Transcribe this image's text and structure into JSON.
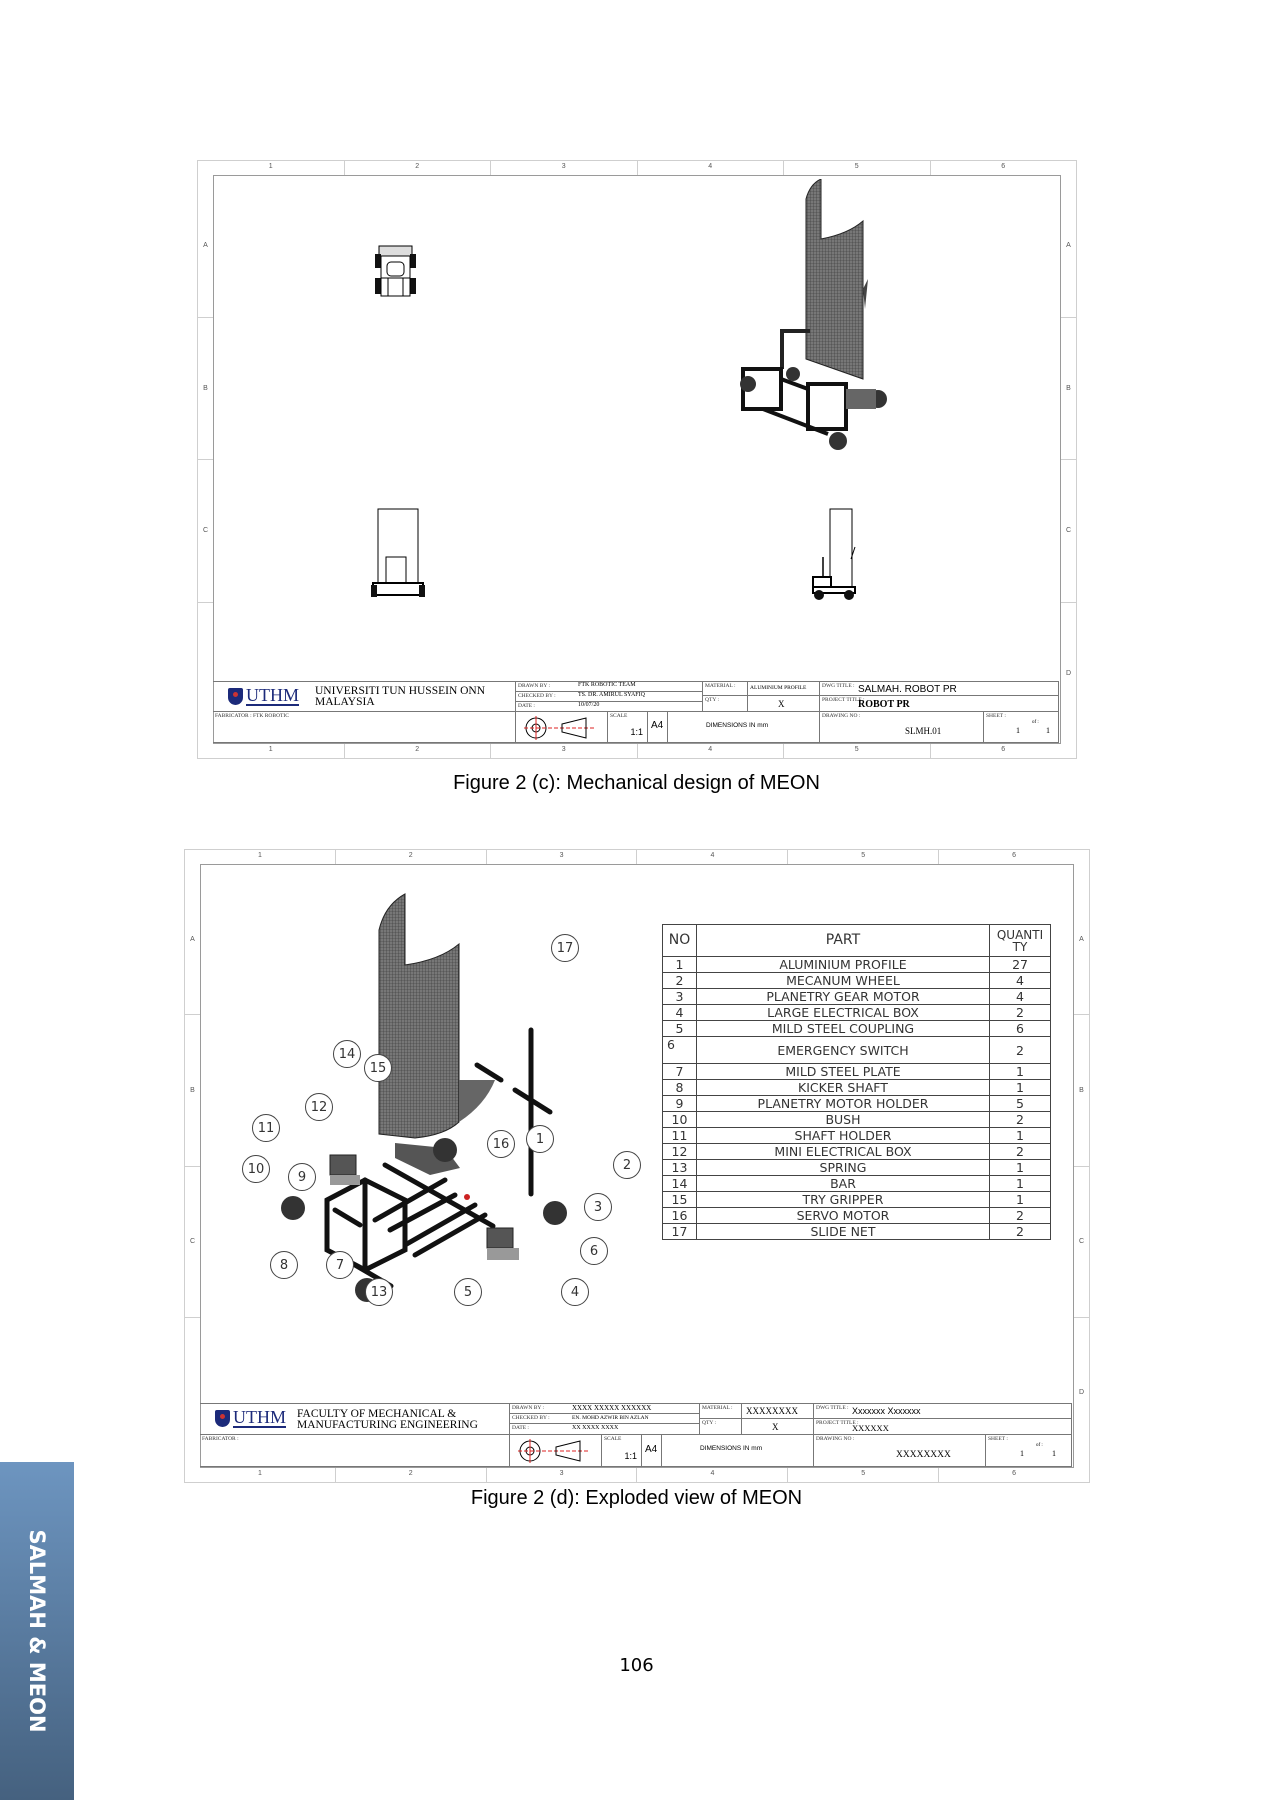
{
  "figure_c": {
    "caption": "Figure 2 (c): Mechanical design of MEON",
    "zones_cols": [
      "1",
      "2",
      "3",
      "4",
      "5",
      "6"
    ],
    "zones_rows": [
      "A",
      "B",
      "C",
      "D"
    ],
    "views": [
      "top-view",
      "isometric-view",
      "front-view",
      "side-view"
    ],
    "title_block": {
      "university": "UNIVERSITI TUN HUSSEIN ONN",
      "university_line2": "MALAYSIA",
      "logo_text": "UTHM",
      "fabricator": "FABRICATOR : FTK ROBOTIC",
      "drawn_by_label": "DRAWN BY :",
      "drawn_by": "FTK ROBOTIC TEAM",
      "checked_by_label": "CHECKED BY :",
      "checked_by": "TS. DR. AMIRUL SYAFIQ",
      "date_label": "DATE :",
      "date": "10/07/20",
      "material_label": "MATERIAL :",
      "material": "ALUMINIUM PROFILE",
      "qty_label": "QTY :",
      "qty": "X",
      "dwg_title_label": "DWG TITLE :",
      "dwg_title": "SALMAH. ROBOT PR",
      "project_title_label": "PROJECT TITLE :",
      "project_title": "ROBOT PR",
      "scale_label": "SCALE",
      "scale": "1:1",
      "paper": "A4",
      "dimensions": "DIMENSIONS IN mm",
      "drawing_no_label": "DRAWING NO :",
      "drawing_no": "SLMH.01",
      "sheet_label": "SHEET :",
      "sheet": "1",
      "of_label": "of :",
      "of": "1"
    }
  },
  "figure_d": {
    "caption": "Figure 2 (d): Exploded view of MEON",
    "zones_cols": [
      "1",
      "2",
      "3",
      "4",
      "5",
      "6"
    ],
    "zones_rows": [
      "A",
      "B",
      "C",
      "D"
    ],
    "bom": {
      "headers": [
        "NO",
        "PART",
        "QUANTI TY"
      ],
      "rows": [
        {
          "no": "1",
          "part": "ALUMINIUM PROFILE",
          "qty": "27"
        },
        {
          "no": "2",
          "part": "MECANUM WHEEL",
          "qty": "4"
        },
        {
          "no": "3",
          "part": "PLANETRY GEAR MOTOR",
          "qty": "4"
        },
        {
          "no": "4",
          "part": "LARGE ELECTRICAL BOX",
          "qty": "2"
        },
        {
          "no": "5",
          "part": "MILD STEEL COUPLING",
          "qty": "6"
        },
        {
          "no": "6",
          "part": "EMERGENCY SWITCH",
          "qty": "2"
        },
        {
          "no": "7",
          "part": "MILD STEEL PLATE",
          "qty": "1"
        },
        {
          "no": "8",
          "part": "KICKER SHAFT",
          "qty": "1"
        },
        {
          "no": "9",
          "part": "PLANETRY MOTOR HOLDER",
          "qty": "5"
        },
        {
          "no": "10",
          "part": "BUSH",
          "qty": "2"
        },
        {
          "no": "11",
          "part": "SHAFT HOLDER",
          "qty": "1"
        },
        {
          "no": "12",
          "part": "MINI ELECTRICAL BOX",
          "qty": "2"
        },
        {
          "no": "13",
          "part": "SPRING",
          "qty": "1"
        },
        {
          "no": "14",
          "part": "BAR",
          "qty": "1"
        },
        {
          "no": "15",
          "part": "TRY GRIPPER",
          "qty": "1"
        },
        {
          "no": "16",
          "part": "SERVO MOTOR",
          "qty": "2"
        },
        {
          "no": "17",
          "part": "SLIDE NET",
          "qty": "2"
        }
      ]
    },
    "balloons": [
      "1",
      "2",
      "3",
      "4",
      "5",
      "6",
      "7",
      "8",
      "9",
      "10",
      "11",
      "12",
      "13",
      "14",
      "15",
      "16",
      "17"
    ],
    "title_block": {
      "faculty": "FACULTY OF MECHANICAL &",
      "faculty_line2": "MANUFACTURING ENGINEERING",
      "logo_text": "UTHM",
      "fabricator": "FABRICATOR :",
      "drawn_by_label": "DRAWN BY :",
      "drawn_by": "XXXX XXXXX XXXXXX",
      "checked_by_label": "CHECKED BY :",
      "checked_by": "EN. MOHD AZWIR BIN AZLAN",
      "date_label": "DATE :",
      "date": "XX XXXX XXXX",
      "material_label": "MATERIAL :",
      "material": "XXXXXXXX",
      "qty_label": "QTY :",
      "qty": "X",
      "dwg_title_label": "DWG TITLE :",
      "dwg_title": "Xxxxxxx Xxxxxxx",
      "project_title_label": "PROJECT TITLE :",
      "project_title": "XXXXXX",
      "scale_label": "SCALE",
      "scale": "1:1",
      "paper": "A4",
      "dimensions": "DIMENSIONS IN mm",
      "drawing_no_label": "DRAWING NO :",
      "drawing_no": "XXXXXXXX",
      "sheet_label": "SHEET :",
      "sheet": "1",
      "of_label": "of :",
      "of": "1"
    }
  },
  "side_tab": {
    "label": "SALMAH & MEON",
    "color_top": "#6d95c0",
    "color_bottom": "#45617f"
  },
  "page_number": "106"
}
